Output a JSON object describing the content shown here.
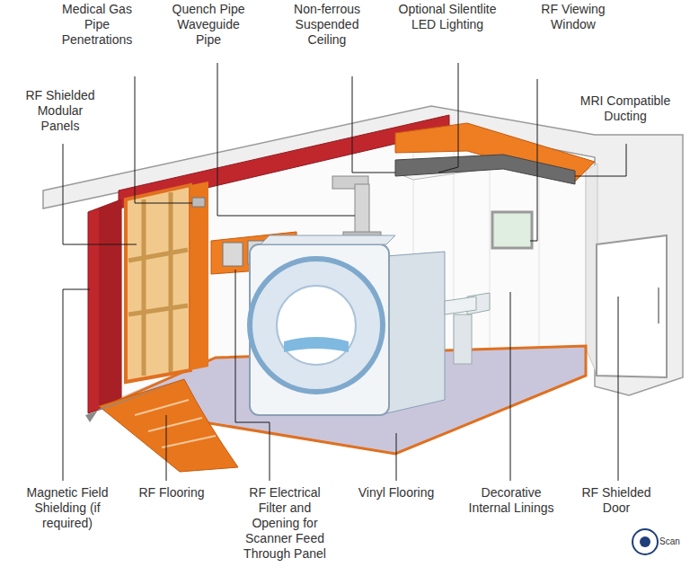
{
  "diagram": {
    "labels": [
      "Medical Gas Pipe Penetrations",
      "Quench Pipe Waveguide Pipe",
      "Non-ferrous Suspended Ceiling",
      "Optional Silentlite LED Lighting",
      "RF Viewing Window",
      "RF Shielded Modular Panels",
      "MRI Compatible Ducting",
      "Magnetic Field Shielding (if required)",
      "RF Flooring",
      "RF Electrical Filter and Opening for Scanner Feed Through Panel",
      "Vinyl Flooring",
      "Decorative Internal Linings",
      "RF Shielded Door",
      "Scan"
    ]
  }
}
